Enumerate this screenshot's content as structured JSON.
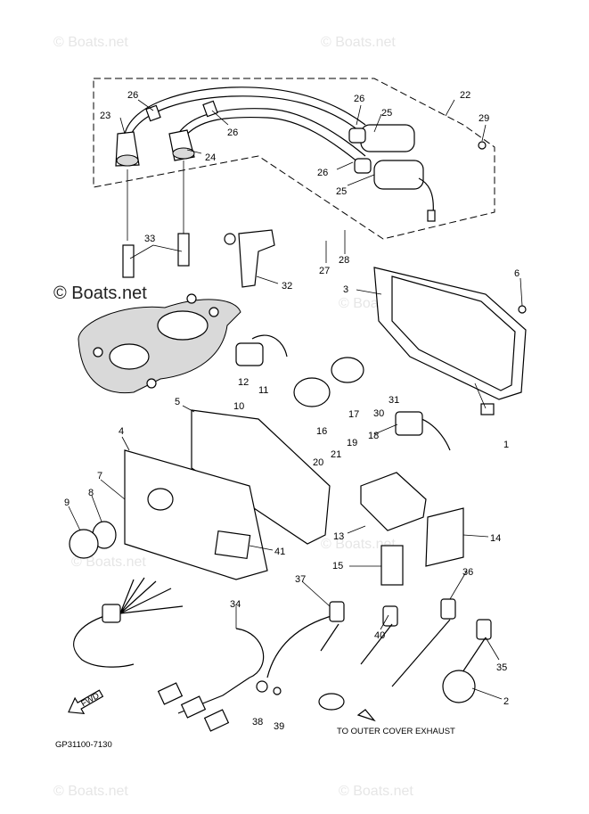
{
  "watermarks": {
    "corner": "© Boats.net",
    "main": "© Boats.net"
  },
  "diagram_code": "GP31100-7130",
  "exhaust_note": "TO OUTER COVER  EXHAUST",
  "fwd_label": "FWD",
  "callouts": [
    {
      "id": "c26a",
      "text": "26"
    },
    {
      "id": "c23",
      "text": "23"
    },
    {
      "id": "c26b",
      "text": "26"
    },
    {
      "id": "c24",
      "text": "24"
    },
    {
      "id": "c26c",
      "text": "26"
    },
    {
      "id": "c25a",
      "text": "25"
    },
    {
      "id": "c22",
      "text": "22"
    },
    {
      "id": "c29",
      "text": "29"
    },
    {
      "id": "c26d",
      "text": "26"
    },
    {
      "id": "c25b",
      "text": "25"
    },
    {
      "id": "c33",
      "text": "33"
    },
    {
      "id": "c27",
      "text": "27"
    },
    {
      "id": "c28",
      "text": "28"
    },
    {
      "id": "c32",
      "text": "32"
    },
    {
      "id": "c3",
      "text": "3"
    },
    {
      "id": "c6",
      "text": "6"
    },
    {
      "id": "c12",
      "text": "12"
    },
    {
      "id": "c11",
      "text": "11"
    },
    {
      "id": "c10",
      "text": "10"
    },
    {
      "id": "c30",
      "text": "30"
    },
    {
      "id": "c31",
      "text": "31"
    },
    {
      "id": "c17",
      "text": "17"
    },
    {
      "id": "c16",
      "text": "16"
    },
    {
      "id": "c5",
      "text": "5"
    },
    {
      "id": "c1",
      "text": "1"
    },
    {
      "id": "c4",
      "text": "4"
    },
    {
      "id": "c18",
      "text": "18"
    },
    {
      "id": "c19",
      "text": "19"
    },
    {
      "id": "c21",
      "text": "21"
    },
    {
      "id": "c20",
      "text": "20"
    },
    {
      "id": "c7",
      "text": "7"
    },
    {
      "id": "c9",
      "text": "9"
    },
    {
      "id": "c8",
      "text": "8"
    },
    {
      "id": "c13",
      "text": "13"
    },
    {
      "id": "c14",
      "text": "14"
    },
    {
      "id": "c41",
      "text": "41"
    },
    {
      "id": "c15",
      "text": "15"
    },
    {
      "id": "c37",
      "text": "37"
    },
    {
      "id": "c36",
      "text": "36"
    },
    {
      "id": "c34",
      "text": "34"
    },
    {
      "id": "c40",
      "text": "40"
    },
    {
      "id": "c35",
      "text": "35"
    },
    {
      "id": "c2",
      "text": "2"
    },
    {
      "id": "c38",
      "text": "38"
    },
    {
      "id": "c39",
      "text": "39"
    }
  ]
}
